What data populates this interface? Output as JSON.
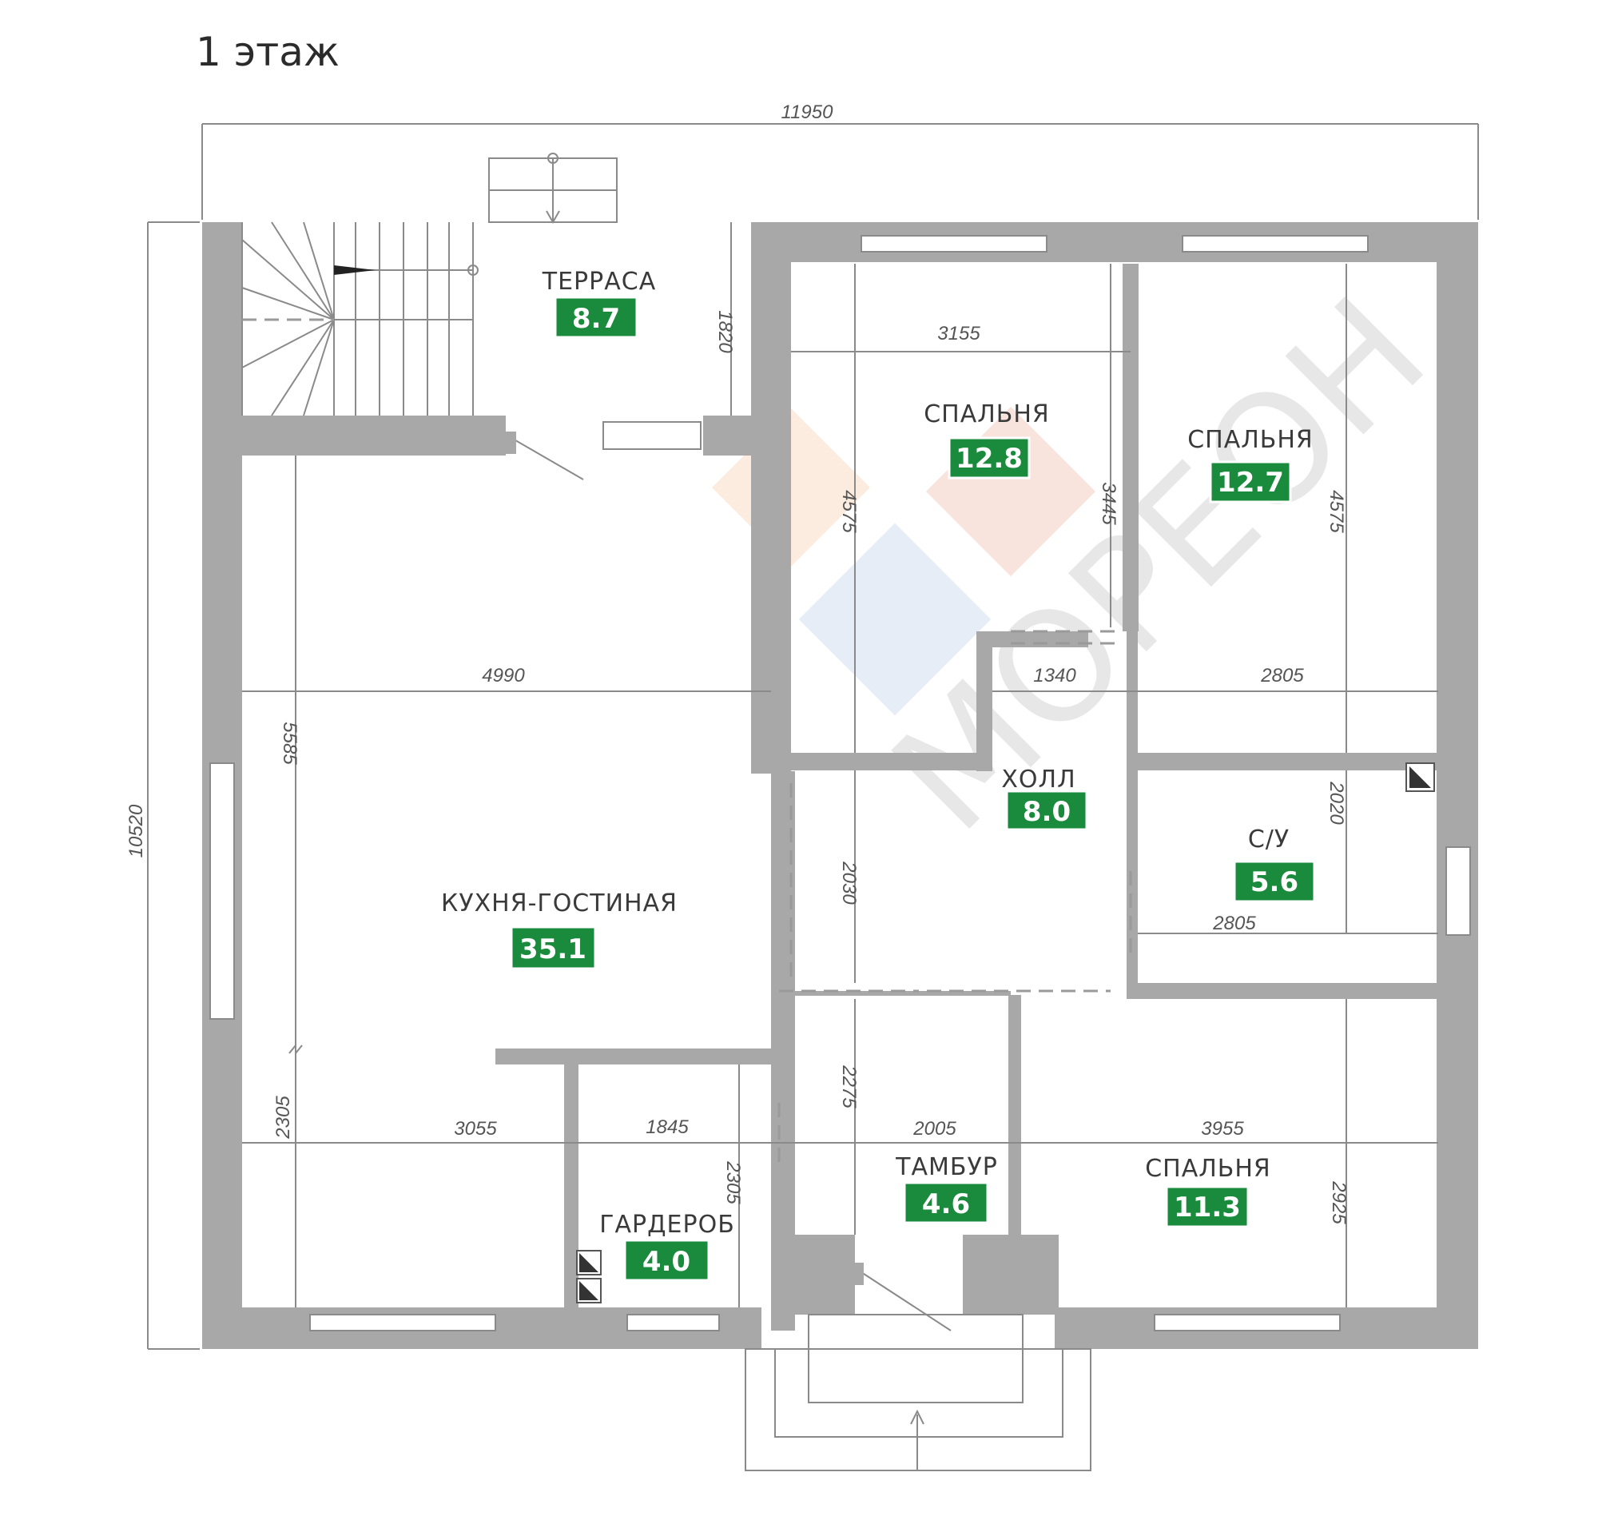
{
  "title": "1 этаж",
  "colors": {
    "wall": "#a8a8a8",
    "badge": "#1a8a3c",
    "line": "#8a8a8a"
  },
  "dimensions": {
    "overall_width": "11950",
    "overall_height": "10520",
    "terrace_height": "1820",
    "living_width": "4990",
    "living_height": "5585",
    "bed1_width": "3155",
    "bed1_depth": "4575",
    "bed1_height": "3445",
    "bed2_depth": "4575",
    "hall_width": "1340",
    "bed2_width": "2805",
    "wc_height": "2020",
    "wc_width": "2805",
    "hall_height": "2030",
    "lower_left_height": "2305",
    "living_lower_width": "3055",
    "wardrobe_width": "1845",
    "wardrobe_height": "2305",
    "vestibule_height": "2275",
    "vestibule_width": "2005",
    "bed3_width": "3955",
    "bed3_height": "2925"
  },
  "rooms": [
    {
      "name": "ТЕРРАСА",
      "area": "8.7"
    },
    {
      "name": "СПАЛЬНЯ",
      "area": "12.8"
    },
    {
      "name": "СПАЛЬНЯ",
      "area": "12.7"
    },
    {
      "name": "ХОЛЛ",
      "area": "8.0"
    },
    {
      "name": "С/У",
      "area": "5.6"
    },
    {
      "name": "КУХНЯ-ГОСТИНАЯ",
      "area": "35.1"
    },
    {
      "name": "ГАРДЕРОБ",
      "area": "4.0"
    },
    {
      "name": "ТАМБУР",
      "area": "4.6"
    },
    {
      "name": "СПАЛЬНЯ",
      "area": "11.3"
    }
  ],
  "watermark": "МОРЕОН"
}
